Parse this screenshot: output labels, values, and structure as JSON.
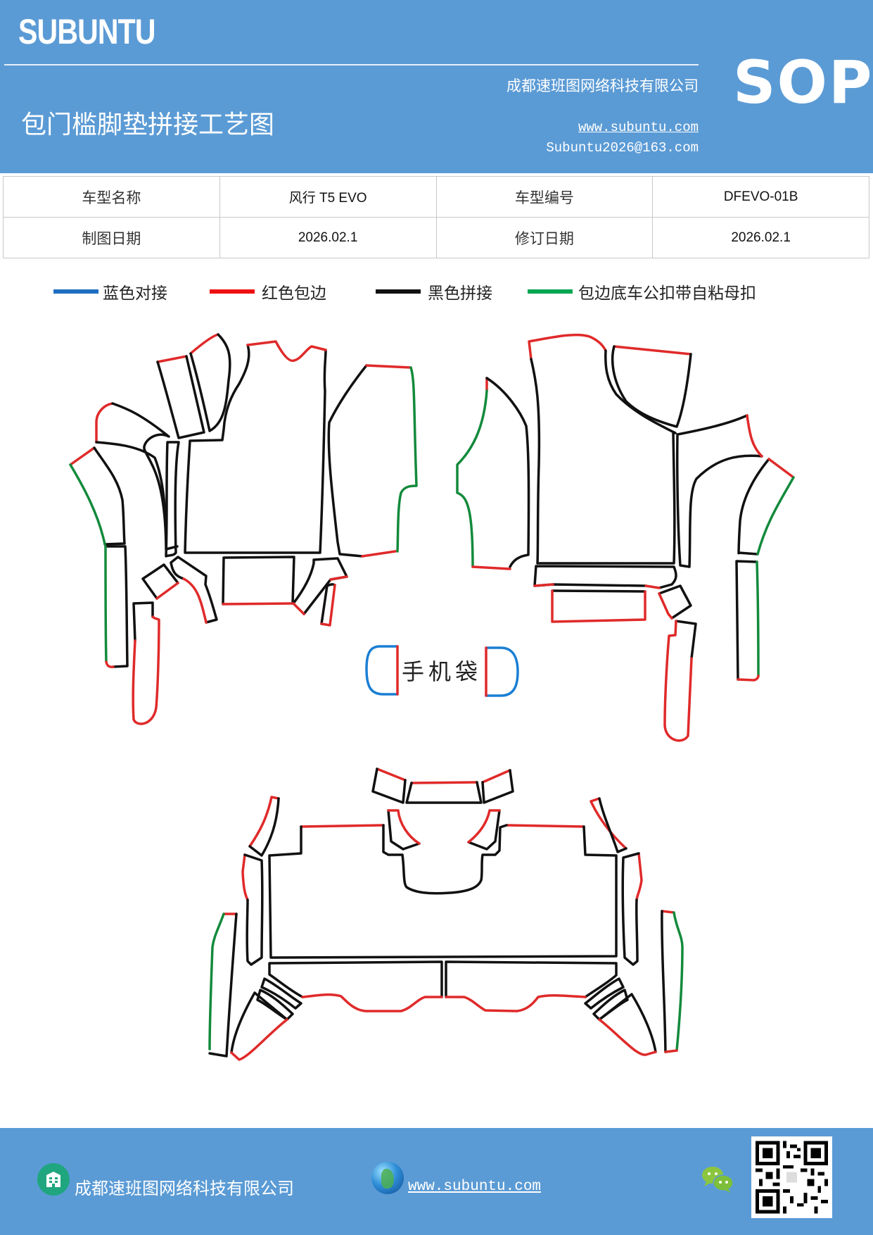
{
  "header": {
    "brand": "SUBUNTU",
    "title": "包门槛脚垫拼接工艺图",
    "company": "成都速班图网络科技有限公司",
    "website": "www.subuntu.com",
    "email": "Subuntu2026@163.com",
    "badge": "SOP",
    "background_color": "#5b9bd5"
  },
  "info_table": {
    "rows": [
      [
        {
          "label": "车型名称"
        },
        {
          "value": "风行 T5 EVO"
        },
        {
          "label": "车型编号"
        },
        {
          "value": "DFEVO-01B"
        }
      ],
      [
        {
          "label": "制图日期"
        },
        {
          "value": "2026.02.1"
        },
        {
          "label": "修订日期"
        },
        {
          "value": "2026.02.1"
        }
      ]
    ]
  },
  "legend": {
    "items": [
      {
        "label": "蓝色对接",
        "color": "#1f6fc0"
      },
      {
        "label": "红色包边",
        "color": "#ee1111"
      },
      {
        "label": "黑色拼接",
        "color": "#111111"
      },
      {
        "label": "包边底车公扣带自粘母扣",
        "color": "#00a651"
      }
    ]
  },
  "diagram": {
    "center_label": "手机袋",
    "line_colors": {
      "blue": "#1a7fd4",
      "red": "#e02a2a",
      "black": "#111111",
      "green": "#138a3c"
    },
    "groups": [
      {
        "name": "left-front-door-set"
      },
      {
        "name": "right-front-door-set"
      },
      {
        "name": "phone-pocket"
      },
      {
        "name": "rear-sill-set"
      }
    ]
  },
  "footer": {
    "company": "成都速班图网络科技有限公司",
    "website": "www.subuntu.com",
    "icons": [
      "building-icon",
      "globe-icon",
      "wechat-icon",
      "qr-code"
    ]
  }
}
